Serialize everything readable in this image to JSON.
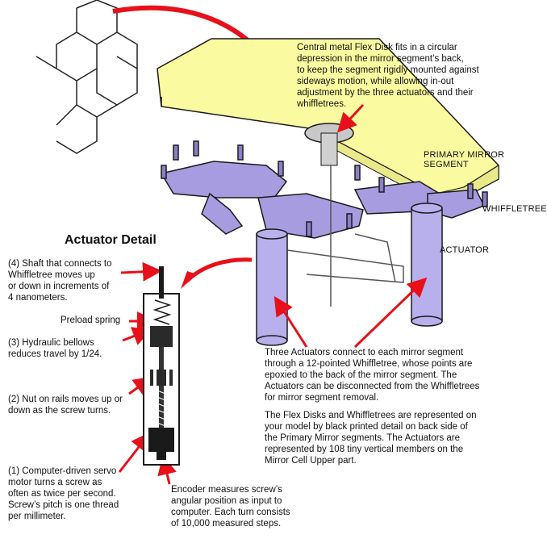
{
  "title": "Actuator Detail",
  "callouts": {
    "flex_disk": "Central metal Flex Disk fits in a circular\ndepression in the mirror segment’s back,\nto keep the segment rigidly mounted against\nsideways motion, while allowing in-out\nadjustment by the three actuators and their\nwhiffletrees.",
    "primary_mirror_segment": "PRIMARY MIRROR SEGMENT",
    "whiffletree": "WHIFFLETREE",
    "actuator": "ACTUATOR",
    "three_actuators": "Three Actuators connect to each mirror segment\nthrough a 12-pointed Whiffletree, whose points are\nepoxied to the back of the mirror segment. The\nActuators can be disconnected from the Whiffletrees\nfor mirror segment removal.",
    "model_note": "The Flex Disks and Whiffletrees are represented on\nyour model by black printed detail on back side of\nthe Primary Mirror segments. The Actuators are\nrepresented by 108 tiny vertical members on the\nMirror Cell Upper part."
  },
  "actuator_parts": [
    "(4) Shaft that connects to\nWhiffletree moves up\nor down in increments of\n4 nanometers.",
    "Preload spring",
    "(3) Hydraulic bellows\nreduces travel by 1/24.",
    "(2) Nut on rails moves up or\ndown as the screw turns.",
    "(1) Computer-driven servo\nmotor turns a screw as\noften as twice per second.\nScrew’s pitch is one thread\nper millimeter.",
    "Encoder measures screw’s\nangular position as input to\ncomputer. Each turn consists\nof 10,000 measured steps."
  ],
  "colors": {
    "mirror": "#fafaa0",
    "whiffletree": "#a89ce0",
    "actuator": "#b8b0ec",
    "arrow": "#e8101a",
    "outline": "#1a1a1a"
  }
}
